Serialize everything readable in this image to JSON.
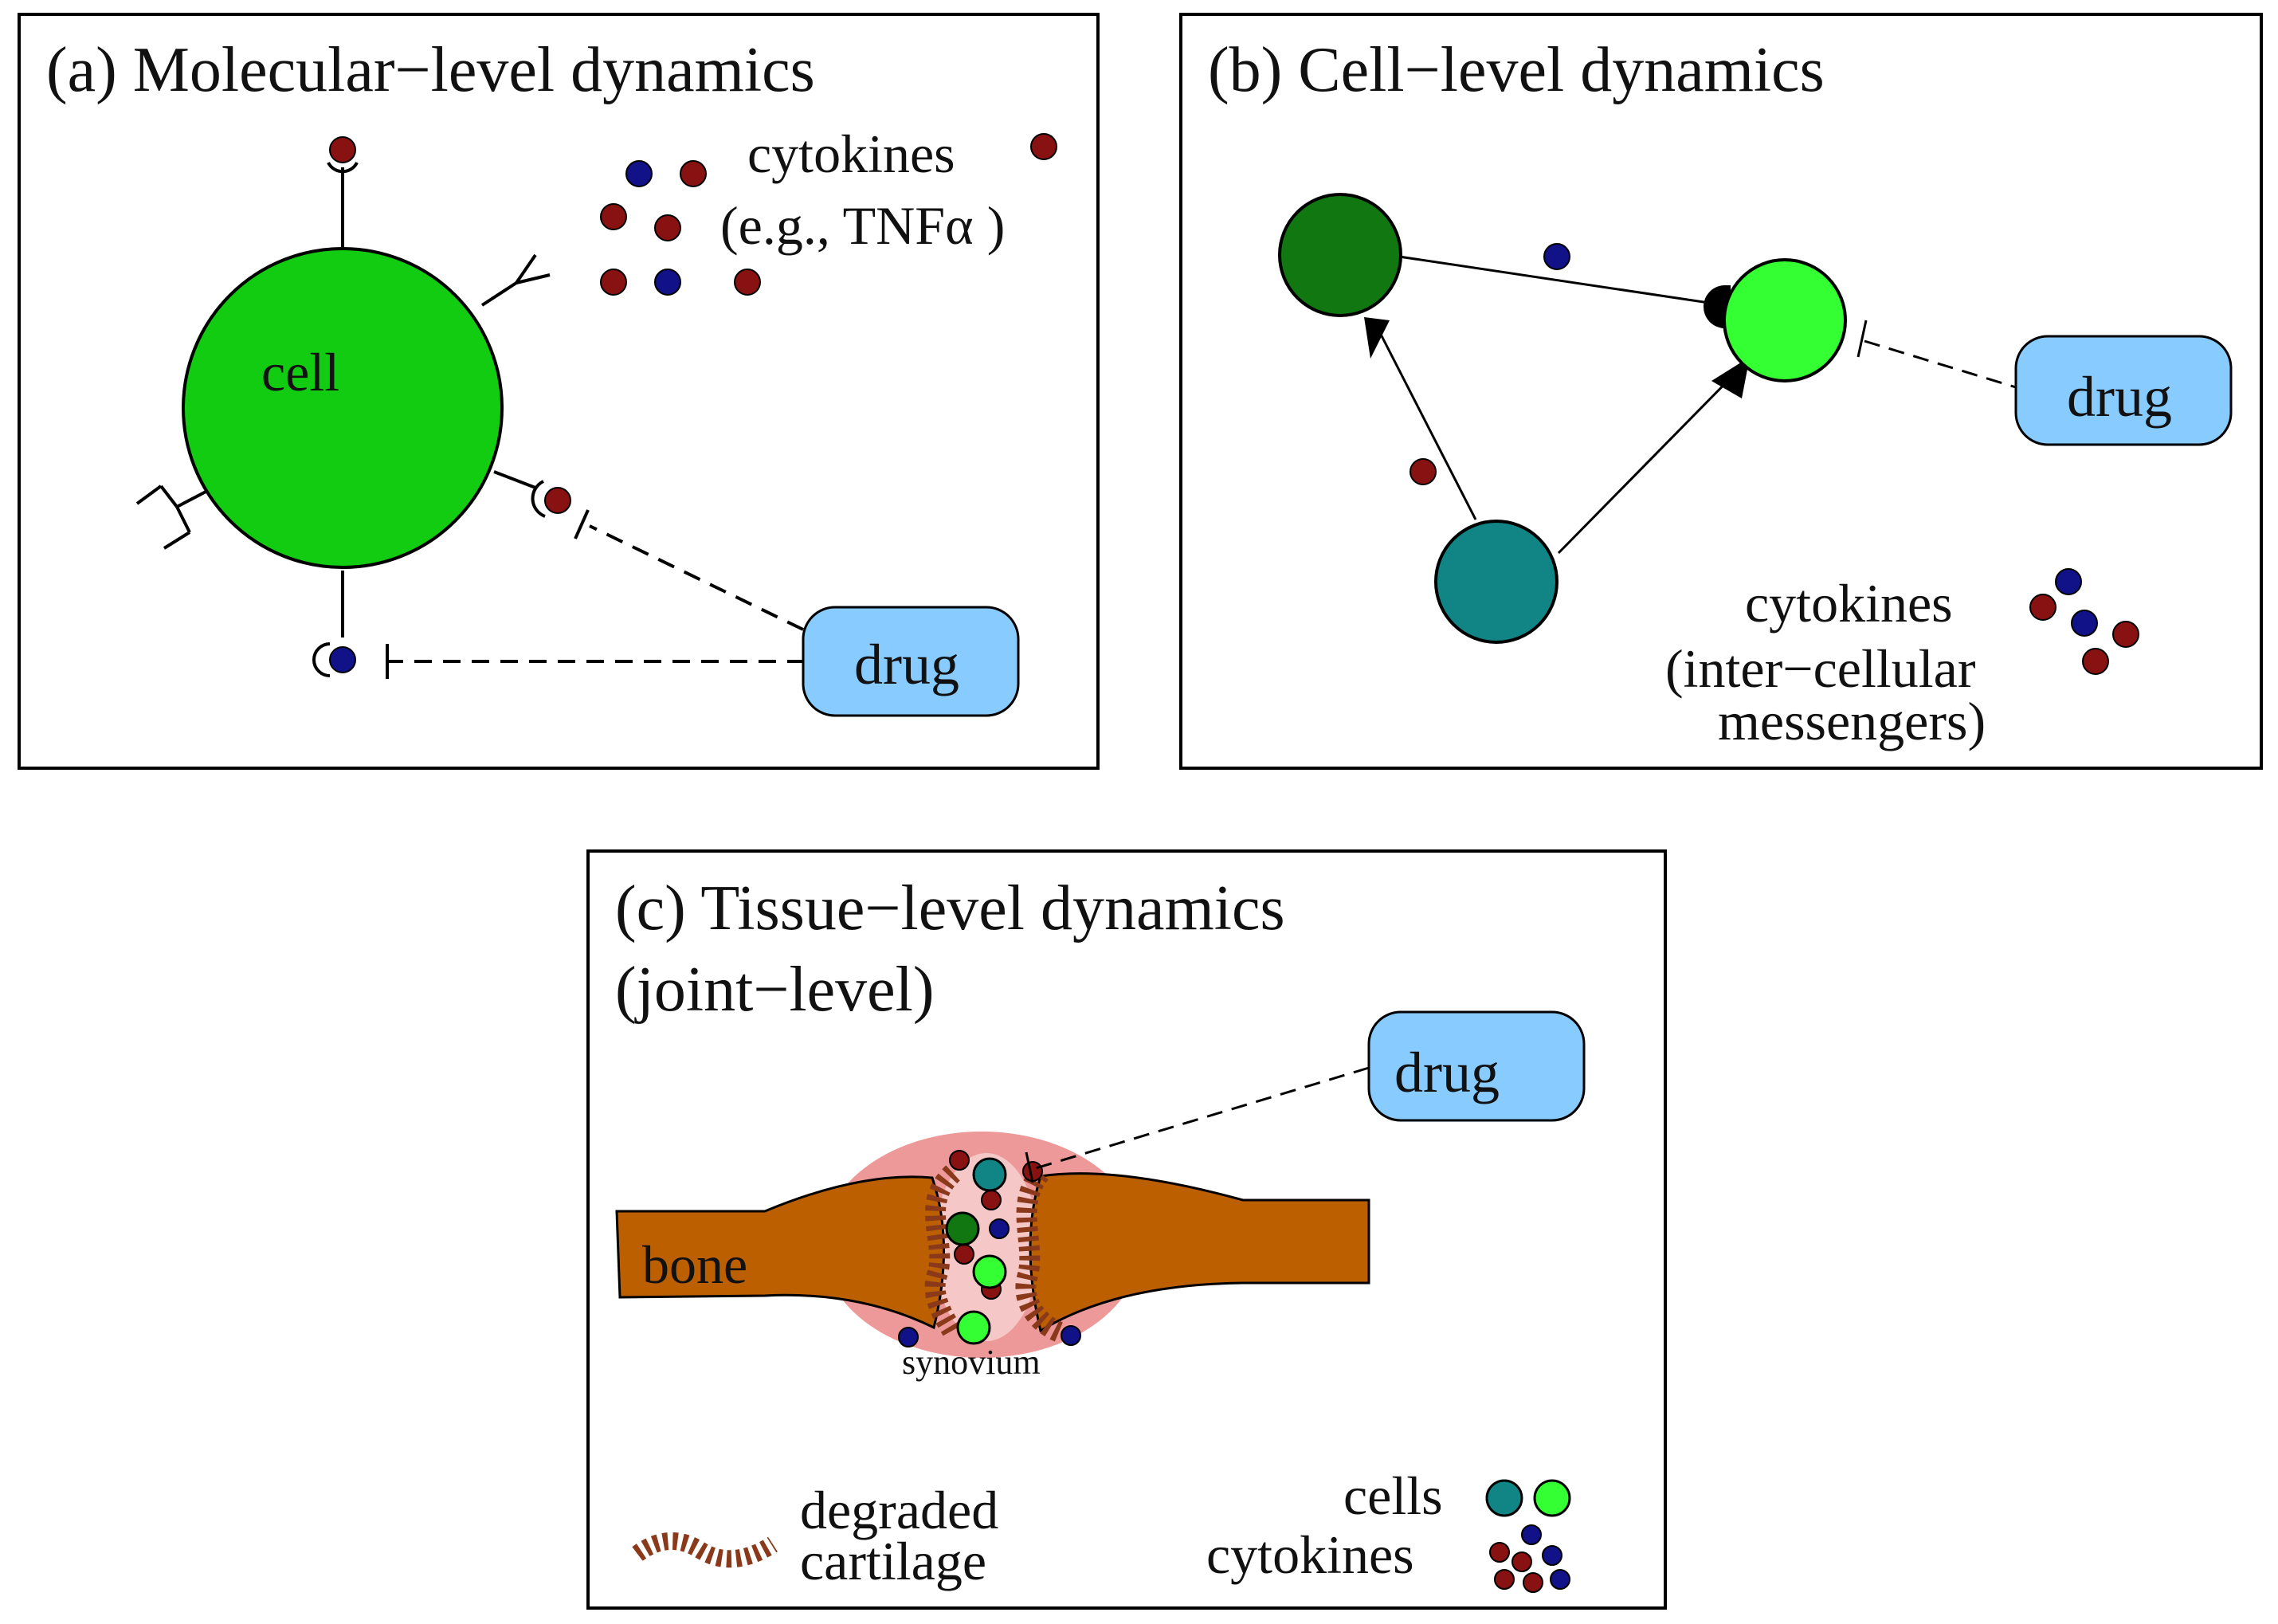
{
  "panels": {
    "a": {
      "title": "(a) Molecular−level dynamics",
      "cell_label": "cell",
      "cytokines_label": "cytokines",
      "cytokines_example": "(e.g., TNFα )",
      "drug_label": "drug"
    },
    "b": {
      "title": "(b) Cell−level dynamics",
      "drug_label": "drug",
      "cytokines_label": "cytokines",
      "cytokines_desc_line1": "(inter−cellular",
      "cytokines_desc_line2": "messengers)"
    },
    "c": {
      "title_line1": "(c) Tissue−level dynamics",
      "title_line2": "(joint−level)",
      "drug_label": "drug",
      "bone_label": "bone",
      "synovium_label": "synovium",
      "legend_degraded_line1": "degraded",
      "legend_degraded_line2": "cartilage",
      "legend_cells": "cells",
      "legend_cytokines": "cytokines"
    }
  },
  "colors": {
    "cell_green": "#11cc11",
    "dark_green": "#117711",
    "light_green": "#33ff33",
    "teal": "#118585",
    "cytokine_red": "#881111",
    "cytokine_blue": "#111188",
    "drug_fill": "#88ccff",
    "bone": "#bb5f00",
    "synovium": "#ee9999",
    "cartilage": "#8a3a1a"
  }
}
